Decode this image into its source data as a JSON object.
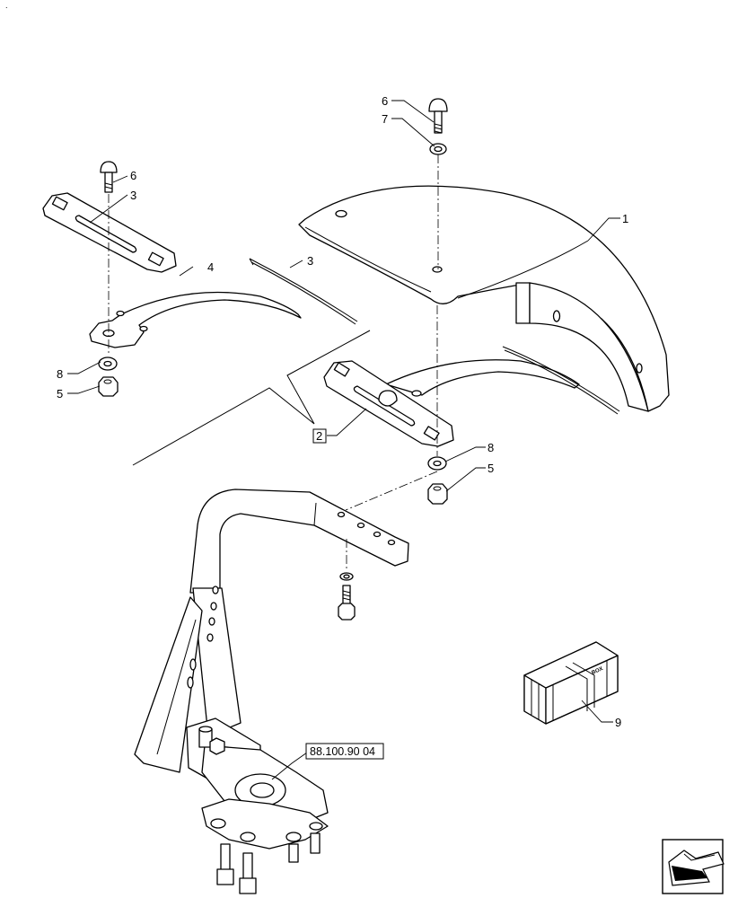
{
  "corner_mark": ".",
  "callouts": {
    "c1": "1",
    "c2": "2",
    "c3a": "3",
    "c3b": "3",
    "c4": "4",
    "c5a": "5",
    "c5b": "5",
    "c6a": "6",
    "c6b": "6",
    "c7": "7",
    "c8a": "8",
    "c8b": "8",
    "c9": "9"
  },
  "reference": "88.100.90 04",
  "crate_marking": "BOX"
}
